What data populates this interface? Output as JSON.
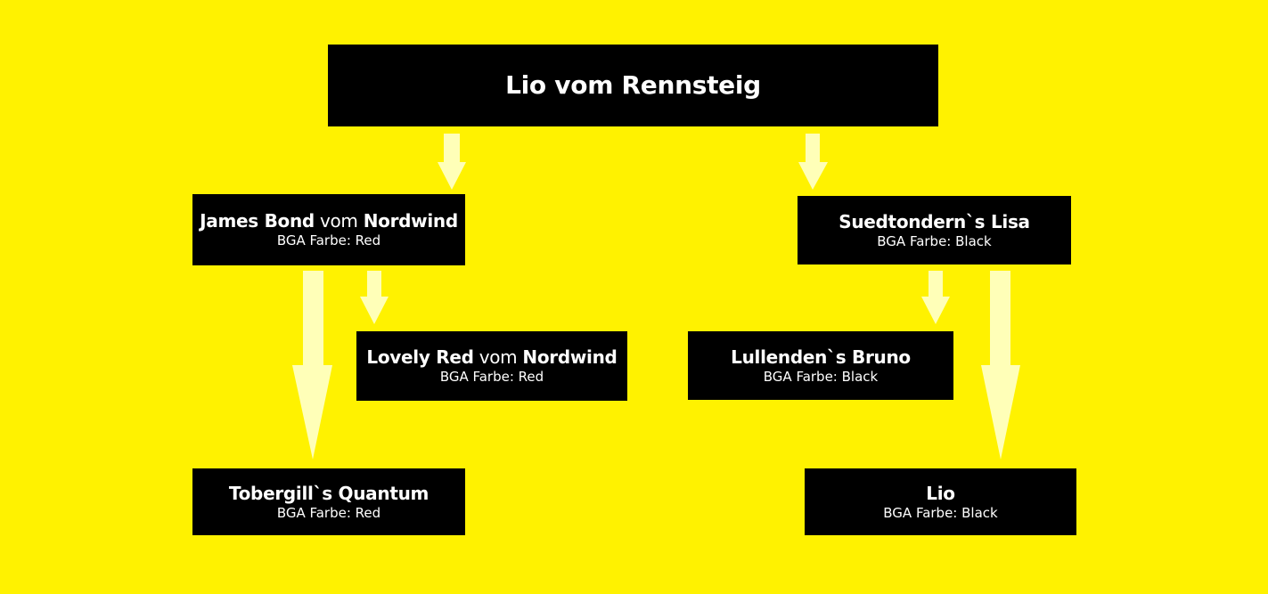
{
  "colors": {
    "background": "#FFF200",
    "box": "#000000",
    "text": "#FFFFFF",
    "arrow": "#FFFFB8"
  },
  "root": {
    "name": "Lio vom Rennsteig"
  },
  "father": {
    "name_a": "James Bond",
    "name_mid": " vom ",
    "name_b": "Nordwind",
    "color_label": "BGA Farbe: Red"
  },
  "mother": {
    "name": "Suedtondern`s Lisa",
    "color_label": "BGA Farbe: Black"
  },
  "father_mother": {
    "name_a": "Lovely Red",
    "name_mid": " vom ",
    "name_b": "Nordwind",
    "color_label": "BGA Farbe: Red"
  },
  "father_father": {
    "name": "Tobergill`s Quantum",
    "color_label": "BGA Farbe: Red"
  },
  "mother_father": {
    "name": "Lullenden`s Bruno",
    "color_label": "BGA Farbe: Black"
  },
  "mother_mother": {
    "name": "Lio",
    "color_label": "BGA Farbe: Black"
  }
}
